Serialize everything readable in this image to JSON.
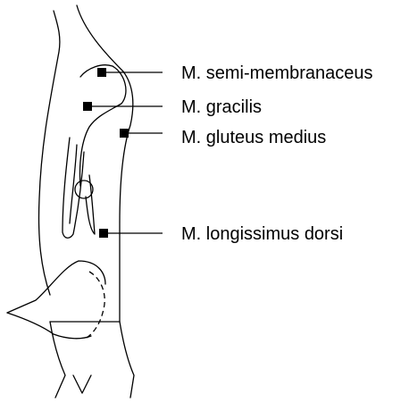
{
  "labels": {
    "semimembranaceus": "M. semi-membranaceus",
    "gracilis": "M. gracilis",
    "gluteus_medius": "M. gluteus medius",
    "longissimus_dorsi": "M. longissimus dorsi"
  },
  "colors": {
    "line": "#000000",
    "background": "#ffffff"
  }
}
